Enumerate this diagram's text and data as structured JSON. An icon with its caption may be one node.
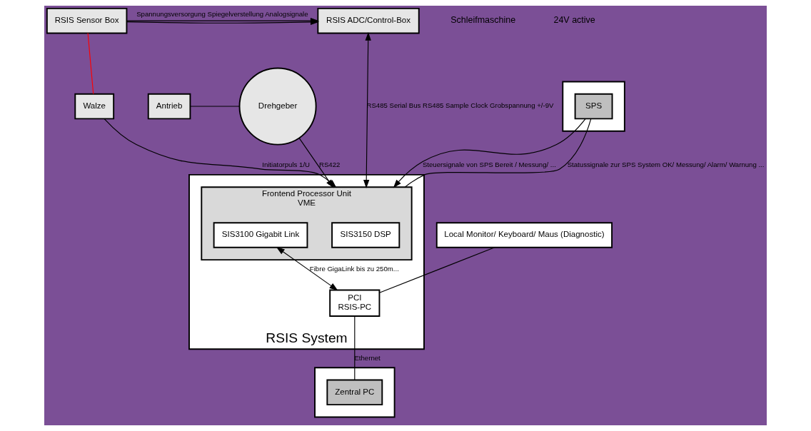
{
  "diagram": {
    "nodes": [
      {
        "text": [
          "RSIS Sensor Box"
        ]
      },
      {
        "text": [
          "RSIS ADC/Control-Box"
        ]
      },
      {
        "text": [
          "Walze"
        ]
      },
      {
        "text": [
          "Antrieb"
        ]
      },
      {
        "text": [
          "Drehgeber"
        ]
      },
      {
        "text": [
          "RSIS System"
        ]
      },
      {
        "text": [
          "Frontend Processor Unit",
          "VME"
        ],
        "in": 5
      },
      {
        "text": [
          "SIS3150 DSP"
        ],
        "in": 6
      },
      {
        "text": [
          "SIS3100 Gigabit Link"
        ],
        "in": 6
      },
      {
        "text": [
          "PCI",
          "RSIS-PC"
        ],
        "in": 5
      },
      {
        "text": [
          "Local Monitor/ Keyboard/ Maus (Diagnostic)"
        ]
      },
      {
        "text": [],
        "shape": "box"
      },
      {
        "text": [
          "SPS"
        ],
        "in": 11
      },
      {
        "text": [],
        "shape": "box"
      },
      {
        "text": [
          "Zentral PC"
        ],
        "in": 13
      }
    ],
    "edges": [
      {
        "from": 0,
        "to": 1,
        "arrow": "to",
        "label": "Spannungsversorgung Spiegelverstellung Analogsignale"
      },
      {
        "from": 0,
        "to": 1,
        "arrow": "to"
      },
      {
        "from": 0,
        "to": 2,
        "arrow": "none",
        "color": "#ff0000"
      },
      {
        "from": 6,
        "to": 1,
        "arrow": "both",
        "label": "RS485 Serial Bus RS485 Sample Clock Grobspannung +/-9V"
      },
      {
        "from": 3,
        "to": 4,
        "arrow": "none"
      },
      {
        "from": 4,
        "to": 6,
        "arrow": "to",
        "label": "RS422"
      },
      {
        "from": 2,
        "to": 6,
        "arrow": "to",
        "label": "Initiatorpuls 1/U"
      },
      {
        "from": 12,
        "to": 6,
        "arrow": "to",
        "label": "Steuersignale von SPS Bereit / Messung/ ..."
      },
      {
        "from": 6,
        "to": 12,
        "arrow": "none",
        "label": "Statussignale zur SPS System OK/ Messung/ Alarm/ Warnung ..."
      },
      {
        "from": 8,
        "to": 9,
        "arrow": "both",
        "label": "Fibre GigaLink bis zu 250m..."
      },
      {
        "from": 9,
        "to": 14,
        "arrow": "none",
        "label": "Ethernet"
      },
      {
        "from": 10,
        "to": 9,
        "arrow": "none"
      }
    ],
    "labels": [
      "Schleifmaschine",
      "24V active"
    ]
  }
}
